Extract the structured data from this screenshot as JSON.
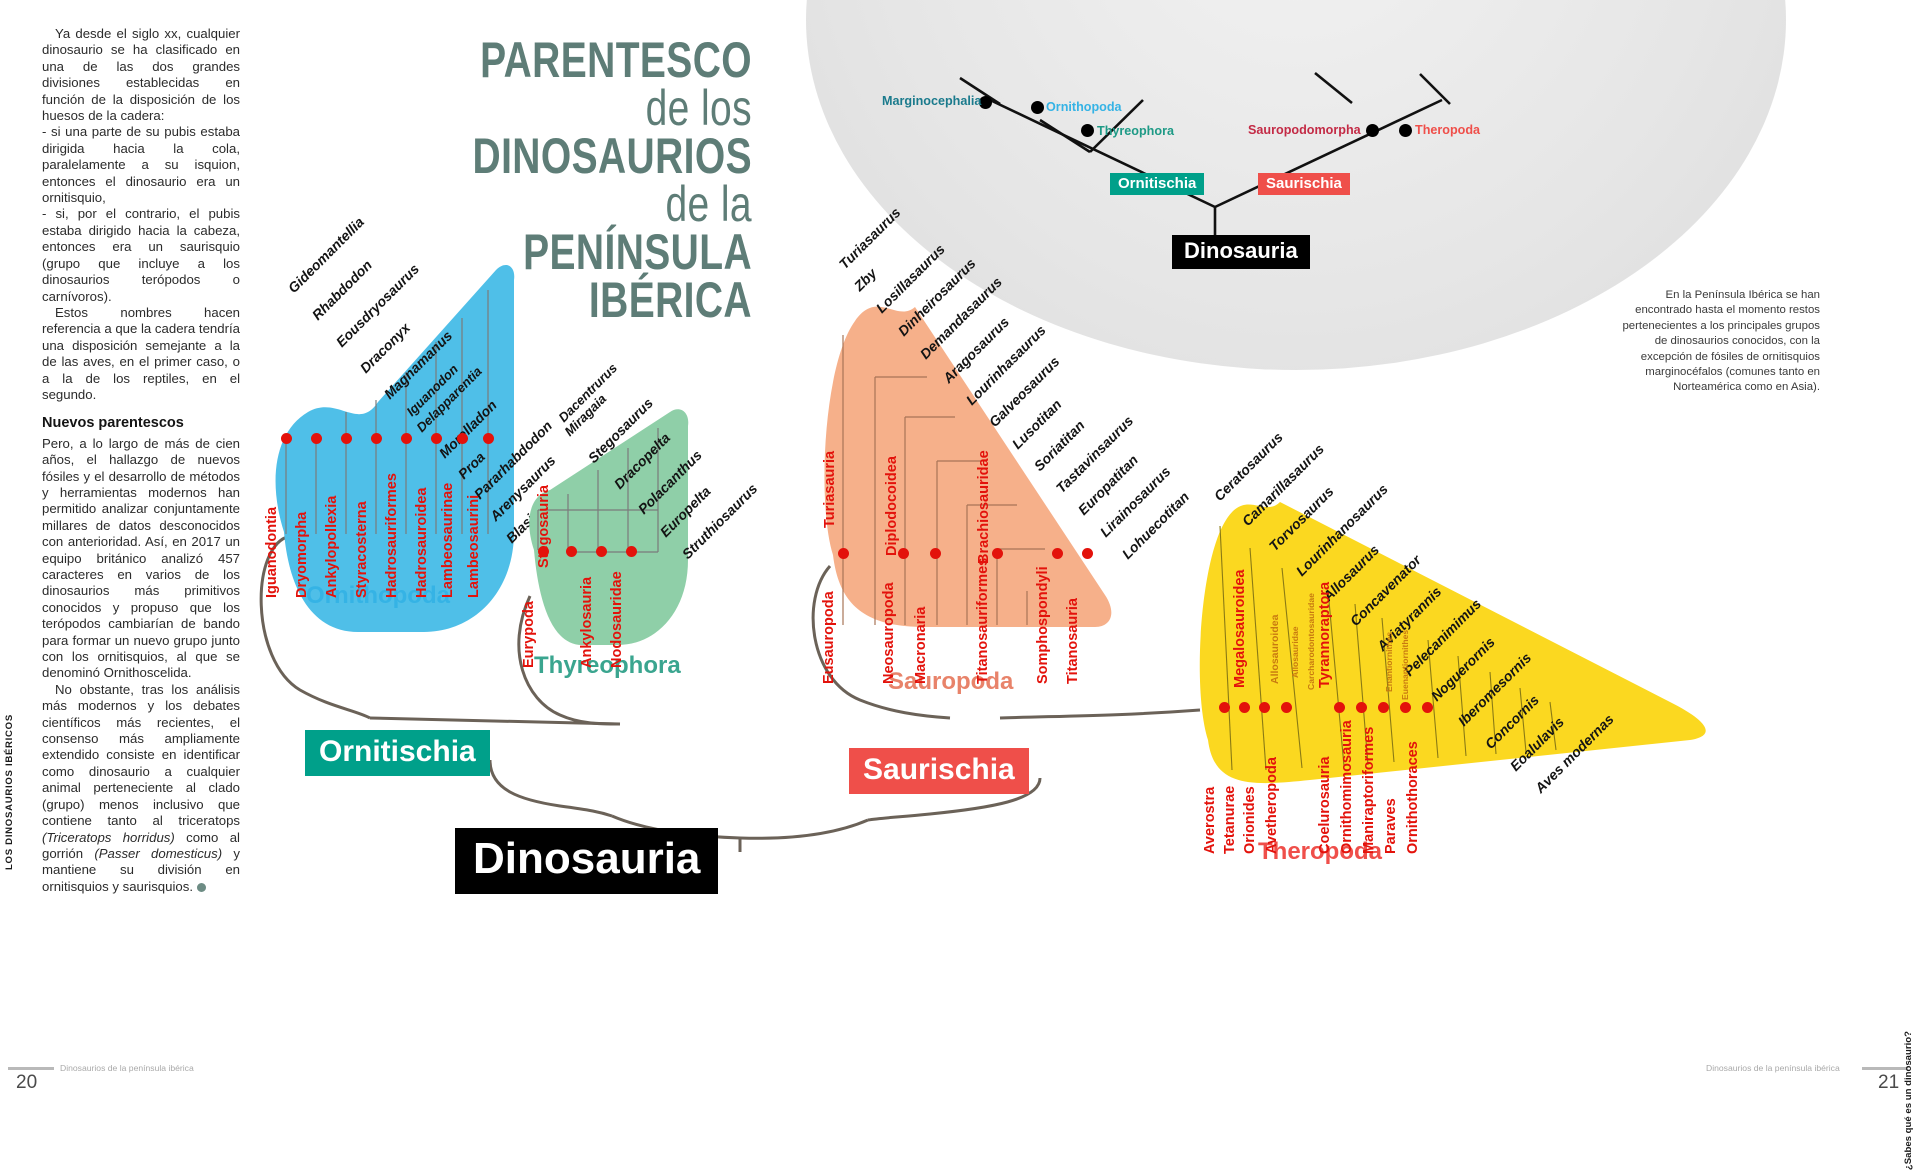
{
  "article": {
    "paragraphs": [
      "Ya desde el siglo xx, cualquier dinosaurio se ha clasificado en una de las dos grandes divisiones establecidas en función de la disposición de los huesos de la cadera:",
      "- si una parte de su pubis estaba dirigida hacia la cola, paralelamente a su isquion, entonces el dinosaurio era un ornitisquio,",
      "- si, por el contrario, el pubis estaba dirigido hacia la cabeza, entonces era un saurisquio (grupo que incluye a los dinosaurios terópodos o carnívoros).",
      "Estos nombres hacen referencia a que la cadera tendría una disposición semejante a la de las aves, en el primer caso, o a la de los reptiles, en el segundo."
    ],
    "subhead": "Nuevos parentescos",
    "paragraphs2": [
      "Pero, a lo largo de más de cien años, el hallazgo de nuevos fósiles y el desarrollo de métodos y herramientas modernos han permitido analizar conjuntamente millares de datos desconocidos con anterioridad. Así, en 2017 un equipo británico analizó 457 caracteres en varios de los dinosaurios más primitivos conocidos y propuso que los terópodos cambiarían de bando para formar un nuevo grupo junto con los ornitisquios, al que se denominó Ornithoscelida.",
      "No obstante, tras los análisis más modernos y los debates científicos más recientes, el consenso más ampliamente extendido consiste en identificar como dinosaurio a cualquier animal perteneciente al clado (grupo) menos inclusivo que contiene tanto al triceratops "
    ],
    "italic1": "(Triceratops horridus)",
    "mid2": " como al gorrión ",
    "italic2": "(Passer domesticus)",
    "tail2": " y mantiene su división en ornitisquios y saurisquios."
  },
  "rail_label": "LOS DINOSAURIOS IBÉRICOS",
  "side_question": "¿Sabes qué es un dinosaurio?",
  "footer": {
    "left_text": "Dinosaurios de la península ibérica",
    "left_page": "20",
    "right_text": "Dinosaurios de la península ibérica",
    "right_page": "21"
  },
  "title": {
    "line1a": "PARENTESCO",
    "line1b": "de los",
    "line2": "DINOSAURIOS",
    "line3a": "de la",
    "line3b": "PENÍNSULA",
    "line4": "IBÉRICA"
  },
  "right_note": "En la Península Ibérica se han encontrado hasta el momento restos pertenecientes a los principales grupos de dinosaurios conocidos, con la excepción de fósiles de ornitisquios marginocéfalos (comunes tanto en Norteamérica como en Asia).",
  "cladogram": {
    "nodes": [
      {
        "label": "Marginocephalia",
        "color": "#1a7a8c"
      },
      {
        "label": "Ornithopoda",
        "color": "#35b3e5"
      },
      {
        "label": "Thyreophora",
        "color": "#1e9a86"
      },
      {
        "label": "Sauropodomorpha",
        "color": "#c32a45"
      },
      {
        "label": "Theropoda",
        "color": "#ef4f4a"
      }
    ],
    "tag_ornitischia": "Ornitischia",
    "tag_saurischia": "Saurischia",
    "tag_dinosauria": "Dinosauria"
  },
  "bottom_tags": {
    "ornitischia": "Ornitischia",
    "saurischia": "Saurischia",
    "dinosauria": "Dinosauria"
  },
  "colors": {
    "ornithopoda": "#4fbfe8",
    "thyreophora": "#8fcfa8",
    "sauropoda": "#f6b08a",
    "theropoda": "#fbd820",
    "red": "#e3120b",
    "teal": "#00a08a",
    "title": "#5e7d77"
  },
  "groups": [
    {
      "name": "Ornithopoda",
      "name_color": "#35b3e5",
      "taxa": [
        "Gideomantellia",
        "Rhabdodon",
        "Eousdryosaurus",
        "Draconyx",
        "Magnamanus",
        "Iguanodon",
        "Delapparentia",
        "Morelladon",
        "Proa",
        "Pararhabdodon",
        "Arenysaurus",
        "Blasisaurus"
      ],
      "clades": [
        "Iguanodontia",
        "Dryomorpha",
        "Ankylopollexia",
        "Styracosterna",
        "Hadrosauriformes",
        "Hadrosauroidea",
        "Lambeosaurinae",
        "Lambeosaurini"
      ]
    },
    {
      "name": "Thyreophora",
      "name_color": "#3aa58f",
      "taxa": [
        "Dacentrurus",
        "Miragaia",
        "Stegosaurus",
        "Dracopelta",
        "Polacanthus",
        "Europelta",
        "Struthiosaurus"
      ],
      "clades": [
        "Stegosauria",
        "Eurypoda",
        "Ankylosauria",
        "Nodosauridae"
      ]
    },
    {
      "name": "Sauropoda",
      "name_color": "#e8836a",
      "taxa": [
        "Turiasaurus",
        "Zby",
        "Losillasaurus",
        "Dinheirosaurus",
        "Demandasaurus",
        "Aragosaurus",
        "Lourinhasaurus",
        "Galveosaurus",
        "Lusotitan",
        "Soriatitan",
        "Tastavinsaurus",
        "Europatitan",
        "Lirainosaurus",
        "Lohuecotitan"
      ],
      "clades": [
        "Turiasauria",
        "Diplodocoidea",
        "Brachiosauridae",
        "Eusauropoda",
        "Neosauropoda",
        "Macronaria",
        "Titanosauriformes",
        "Somphospondyli",
        "Titanosauria"
      ]
    },
    {
      "name": "Theropoda",
      "name_color": "#ef4f4a",
      "taxa": [
        "Ceratosaurus",
        "Camarillasaurus",
        "Torvosaurus",
        "Lourinhanosaurus",
        "Allosaurus",
        "Concavenator",
        "Aviatyrannis",
        "Pelecanimimus",
        "Noguerornis",
        "Iberomesornis",
        "Concornis",
        "Eoalulavis",
        "Aves modernas"
      ],
      "clades": [
        "Averostra",
        "Tetanurae",
        "Orionides",
        "Avetheropoda",
        "Megalosauroidea",
        "Allosauroidea",
        "Allosauridae",
        "Carcharodontosauridae",
        "Coelurosauria",
        "Tyrannoraptora",
        "Ornithomimosauria",
        "Maniraptoriformes",
        "Paraves",
        "Enantiornithes",
        "Euenantiornithes",
        "Ornithothoraces"
      ]
    }
  ]
}
